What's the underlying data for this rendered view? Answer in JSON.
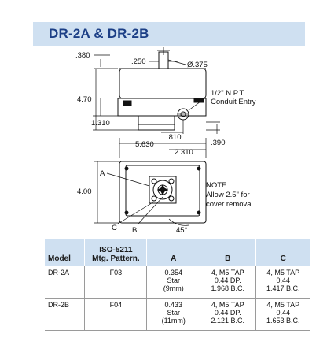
{
  "title": "DR-2A & DR-2B",
  "drawing": {
    "dims": {
      "d380": ".380",
      "d250": ".250",
      "d375": "Ø.375",
      "d470": "4.70",
      "d1310": "1.310",
      "d810": ".810",
      "d390": ".390",
      "d5630": "5.630",
      "d2310": "2.310",
      "d400": "4.00",
      "d45": "45°"
    },
    "conduit_label_1": "1/2\" N.P.T.",
    "conduit_label_2": "Conduit Entry",
    "note_title": "NOTE:",
    "note_line1": "Allow 2.5\" for",
    "note_line2": "cover removal",
    "label_a": "A",
    "label_b": "B",
    "label_c": "C"
  },
  "table": {
    "headers": {
      "model": "Model",
      "pattern_line1": "ISO-5211",
      "pattern_line2": "Mtg. Pattern.",
      "a": "A",
      "b": "B",
      "c": "C"
    },
    "rows": [
      {
        "model": "DR-2A",
        "pattern": "F03",
        "a": [
          "0.354",
          "Star",
          "(9mm)"
        ],
        "b": [
          "4, M5 TAP",
          "0.44 DP.",
          "1.968 B.C."
        ],
        "c": [
          "4, M5 TAP",
          "0.44",
          "1.417 B.C."
        ]
      },
      {
        "model": "DR-2B",
        "pattern": "F04",
        "a": [
          "0.433",
          "Star",
          "(11mm)"
        ],
        "b": [
          "4, M5 TAP",
          "0.44 DP.",
          "2.121 B.C."
        ],
        "c": [
          "4, M5 TAP",
          "0.44",
          "1.653 B.C."
        ]
      }
    ]
  }
}
